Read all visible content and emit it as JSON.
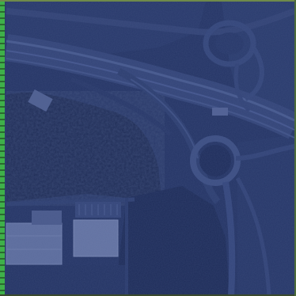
{
  "map": {
    "view": "satellite",
    "overlay_color": "#1c3078",
    "edge_strip_color": "#3fb04a",
    "features": {
      "highway": "highway",
      "interchange": "interchange-loop",
      "roundabout": "roundabout",
      "warehouse_main": "warehouse-building",
      "warehouse_secondary": "warehouse-building",
      "forest": "forest-patch",
      "field": "open-field"
    }
  }
}
